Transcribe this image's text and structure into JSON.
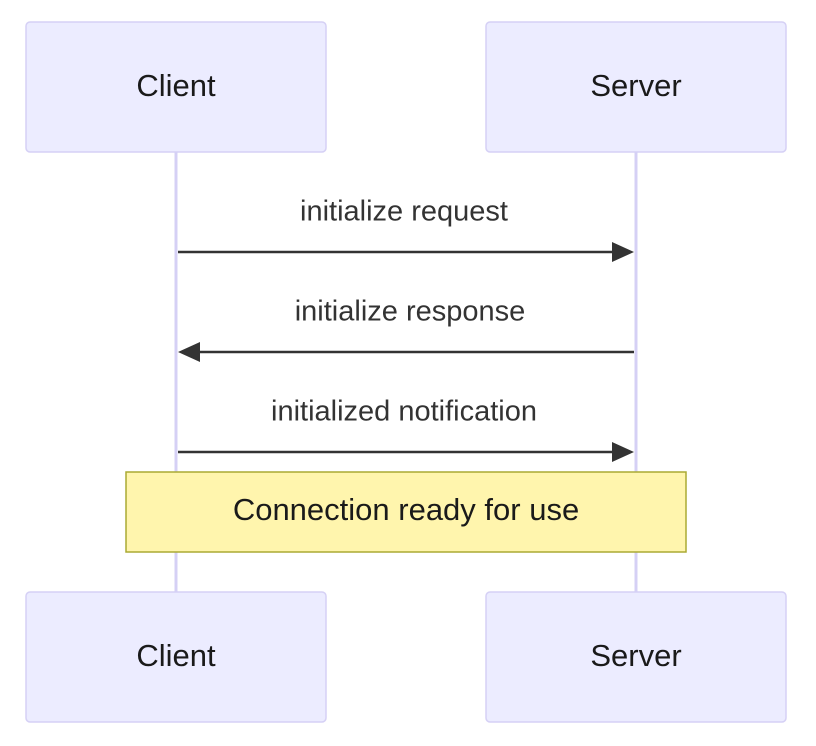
{
  "participants": {
    "client": {
      "label": "Client"
    },
    "server": {
      "label": "Server"
    }
  },
  "messages": [
    {
      "from": "client",
      "to": "server",
      "label": "initialize request"
    },
    {
      "from": "server",
      "to": "client",
      "label": "initialize response"
    },
    {
      "from": "client",
      "to": "server",
      "label": "initialized notification"
    }
  ],
  "note": {
    "label": "Connection ready for use"
  },
  "colors": {
    "actor_fill": "#ececff",
    "actor_border": "#d5d0f5",
    "note_fill": "#fff5ad",
    "note_border": "#aaaa33",
    "line": "#333333"
  }
}
